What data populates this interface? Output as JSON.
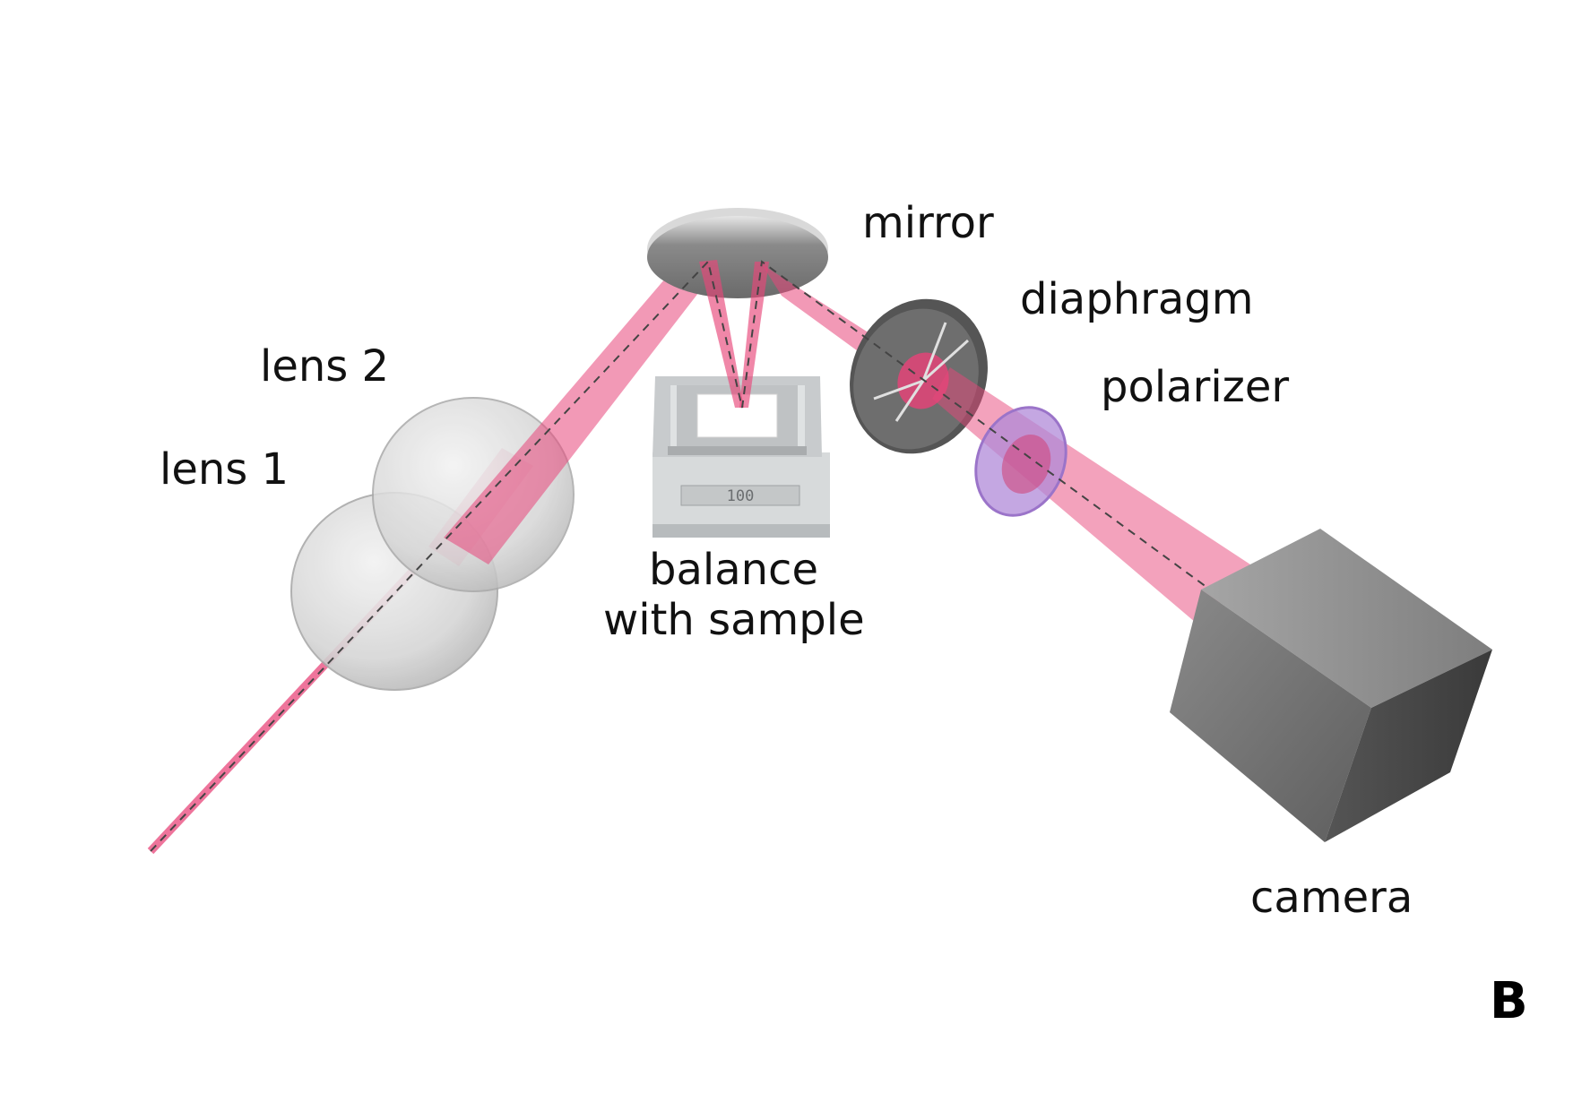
{
  "labels": {
    "mirror": "mirror",
    "diaphragm": "diaphragm",
    "polarizer": "polarizer",
    "lens2": "lens 2",
    "lens1": "lens 1",
    "balance_line1": "balance",
    "balance_line2": "with sample",
    "camera": "camera",
    "balance_display": "100"
  },
  "panel_letter": "B",
  "colors": {
    "beam": "#e8467a",
    "beam_core": "#c2185b",
    "polarizer": "#b08ad8",
    "camera_front": "#707070",
    "camera_top": "#9a9a9a",
    "camera_side": "#4a4a4a"
  },
  "icons": [
    "lens-icon",
    "mirror-icon",
    "balance-icon",
    "diaphragm-icon",
    "polarizer-icon",
    "camera-cube-icon"
  ]
}
